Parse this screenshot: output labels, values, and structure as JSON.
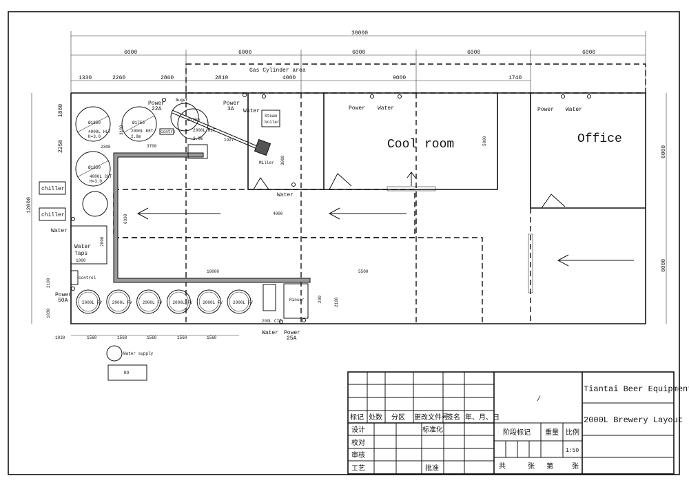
{
  "rooms": {
    "cool_room": "Cool room",
    "office": "Office",
    "gas_cylinder_area": "Gas Cylinder area"
  },
  "dims_top": {
    "total": "30000",
    "row2": [
      "6000",
      "6000",
      "6000",
      "6000",
      "6000"
    ],
    "row3": [
      "1330",
      "2260",
      "2860",
      "2810",
      "4000",
      "9000",
      "1740"
    ]
  },
  "dims_side": {
    "total": "12000",
    "right": [
      "6000",
      "6000"
    ],
    "left": [
      "1880",
      "2250"
    ],
    "mid": [
      "3100",
      "3700",
      "2300",
      "1927",
      "3000",
      "5000",
      "4000",
      "6390",
      "2000",
      "1000",
      "2100",
      "1030",
      "10000",
      "5500",
      "200",
      "2100"
    ]
  },
  "dims_bottom": [
    "1030",
    "1560",
    "1560",
    "1560",
    "1560",
    "1560"
  ],
  "equipment": {
    "hlt": "Ø1850",
    "hlt_cap": "4000L HLT",
    "hlt_h": "H=3.0",
    "kettle": "Ø1750",
    "kettle_cap": "2000L KET",
    "kettle_h": "2.8m",
    "mlt": "Ø1750",
    "mlt_cap": "2000L MLT",
    "mlt_h": "2.8m",
    "clt": "Ø1850",
    "clt_cap": "4000L CLT",
    "clt_h": "H=3.0",
    "auger": "Auger",
    "control_box": "contro",
    "steam_boiler": [
      "Steam",
      "boiler"
    ],
    "miller": "Miller",
    "chillers": [
      "chiller",
      "chiller"
    ],
    "water_taps": [
      "Water",
      "Taps"
    ],
    "control": "control",
    "fermenters": [
      "2000L FV",
      "2000L FV",
      "2000L FV",
      "2000L FV",
      "2000L FV",
      "2000L FV"
    ],
    "cip": "200L CIP",
    "rinser": "Rinser",
    "water_supply": "Water supply",
    "ro": "RO"
  },
  "utilities": {
    "power_22a": [
      "Power",
      "22A"
    ],
    "power_3a": [
      "Power",
      "3A"
    ],
    "water": "Water",
    "power": "Power",
    "power_50a": [
      "Power",
      "50A"
    ],
    "power_25a": [
      "Power",
      "25A"
    ]
  },
  "title_block": {
    "company": "Tiantai Beer Equipment",
    "drawing_title": "2000L Brewery Layout",
    "slash": "/",
    "rev_headers": [
      "标记",
      "处数",
      "分区",
      "更改文件号",
      "签名",
      "年、月、日"
    ],
    "rows": [
      "设计",
      "校对",
      "审核",
      "工艺"
    ],
    "standardization": "标准化",
    "approve": "批准",
    "stage_mark": "阶段标记",
    "weight": "重量",
    "scale_label": "比例",
    "scale": "1:50",
    "sheet": [
      "共",
      "张",
      "第",
      "张"
    ]
  }
}
